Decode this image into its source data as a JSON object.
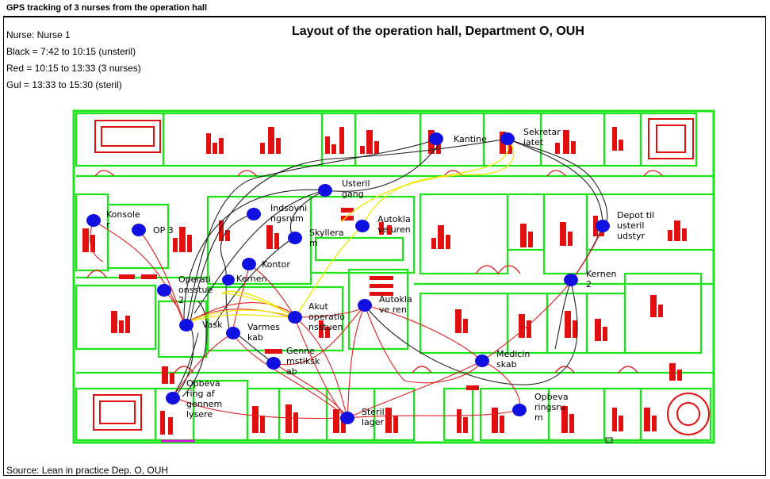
{
  "header": {
    "title": "GPS tracking of 3 nurses from the operation hall"
  },
  "panel": {
    "nurse": "Nurse: Nurse 1",
    "legend": [
      "Black = 7:42 to 10:15 (unsteril)",
      "Red = 10:15 to 13:33 (3 nurses)",
      "Gul = 13:33 to 15:30 (steril)"
    ],
    "title": "Layout of the operation hall, Department O, OUH",
    "source": "Source: Lean in practice Dep. O, OUH"
  },
  "colors": {
    "walls": "#19e619",
    "equipment": "#e01010",
    "marker": "#1010e0",
    "track_black": "#222222",
    "track_red": "#e02020",
    "track_yellow": "#f2e600"
  },
  "locations": [
    {
      "name": "Kantine",
      "lines": [
        "Kantine"
      ]
    },
    {
      "name": "Sekretariatet",
      "lines": [
        "Sekretar",
        "iatet"
      ]
    },
    {
      "name": "Usterilgang",
      "lines": [
        "Usteril",
        "gang"
      ]
    },
    {
      "name": "Indsovningsrum",
      "lines": [
        "Indsovni",
        "ngsrum"
      ]
    },
    {
      "name": "Skyllerum",
      "lines": [
        "Skyllera",
        "m"
      ]
    },
    {
      "name": "Autoklave uren",
      "lines": [
        "Autokla",
        "ve uren"
      ]
    },
    {
      "name": "Depot til usteril udstyr",
      "lines": [
        "Depot til",
        "usteril",
        "udstyr"
      ]
    },
    {
      "name": "Konsoler",
      "lines": [
        "Konsole",
        "r"
      ]
    },
    {
      "name": "OP 3",
      "lines": [
        "OP 3"
      ]
    },
    {
      "name": "Kontor",
      "lines": [
        "Kontor"
      ]
    },
    {
      "name": "Kernen",
      "lines": [
        "Kernen"
      ]
    },
    {
      "name": "Operationsstue 2",
      "lines": [
        "Operati",
        "onsstue",
        "2"
      ]
    },
    {
      "name": "Kernen 2",
      "lines": [
        "Kernen",
        "2"
      ]
    },
    {
      "name": "Autoklave ren",
      "lines": [
        "Autokla",
        "ve ren"
      ]
    },
    {
      "name": "Akut operationsstuen",
      "lines": [
        "Akut",
        "operatio",
        "nsstuen"
      ]
    },
    {
      "name": "Vask",
      "lines": [
        "Vask"
      ]
    },
    {
      "name": "Varmeskab",
      "lines": [
        "Varmes",
        "kab"
      ]
    },
    {
      "name": "Gennemstiksskab",
      "lines": [
        "Genne",
        "mstiksk",
        "ab"
      ]
    },
    {
      "name": "Medicinskab",
      "lines": [
        "Medicin",
        "skab"
      ]
    },
    {
      "name": "Opbevaring af gennemlysere",
      "lines": [
        "Opbeva",
        "ring af",
        "gennem",
        "lysere"
      ]
    },
    {
      "name": "Opbevaringsrum",
      "lines": [
        "Opbeva",
        "ringsru",
        "m"
      ]
    },
    {
      "name": "Steril lager",
      "lines": [
        "Steril",
        "lager"
      ]
    }
  ]
}
